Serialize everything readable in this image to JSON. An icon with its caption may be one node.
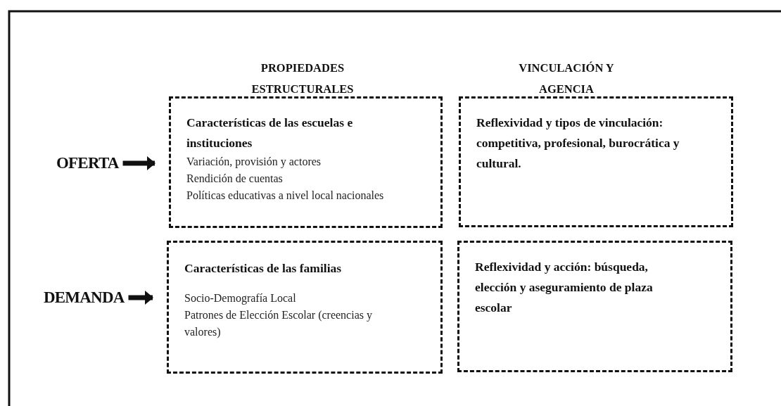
{
  "diagram": {
    "nodes": [
      {
        "text": [
          "OFERTA"
        ]
      },
      {
        "text": [
          "Características de las escuelas e instituciones",
          "Variación, provisión y actores",
          "Rendición de cuentas",
          "Políticas educativas a nivel local nacionales"
        ]
      },
      {
        "text": [
          "Reflexividad y tipos de vinculación: competitiva, profesional, burocrática y cultural."
        ]
      },
      {
        "text": [
          "DEMANDA"
        ]
      },
      {
        "text": [
          "Características de las familias",
          "Socio-Demografía Local",
          "Patrones de Elección Escolar (creencias y valores)"
        ]
      },
      {
        "text": [
          "Reflexividad y acción: búsqueda, elección y aseguramiento de plaza escolar"
        ]
      }
    ],
    "edges": [
      {
        "from": 0,
        "to": 1,
        "arrow": "to"
      },
      {
        "from": 3,
        "to": 4,
        "arrow": "to"
      }
    ],
    "labels": [
      "PROPIEDADES ESTRUCTURALES",
      "VINCULACIÓN Y AGENCIA"
    ]
  }
}
